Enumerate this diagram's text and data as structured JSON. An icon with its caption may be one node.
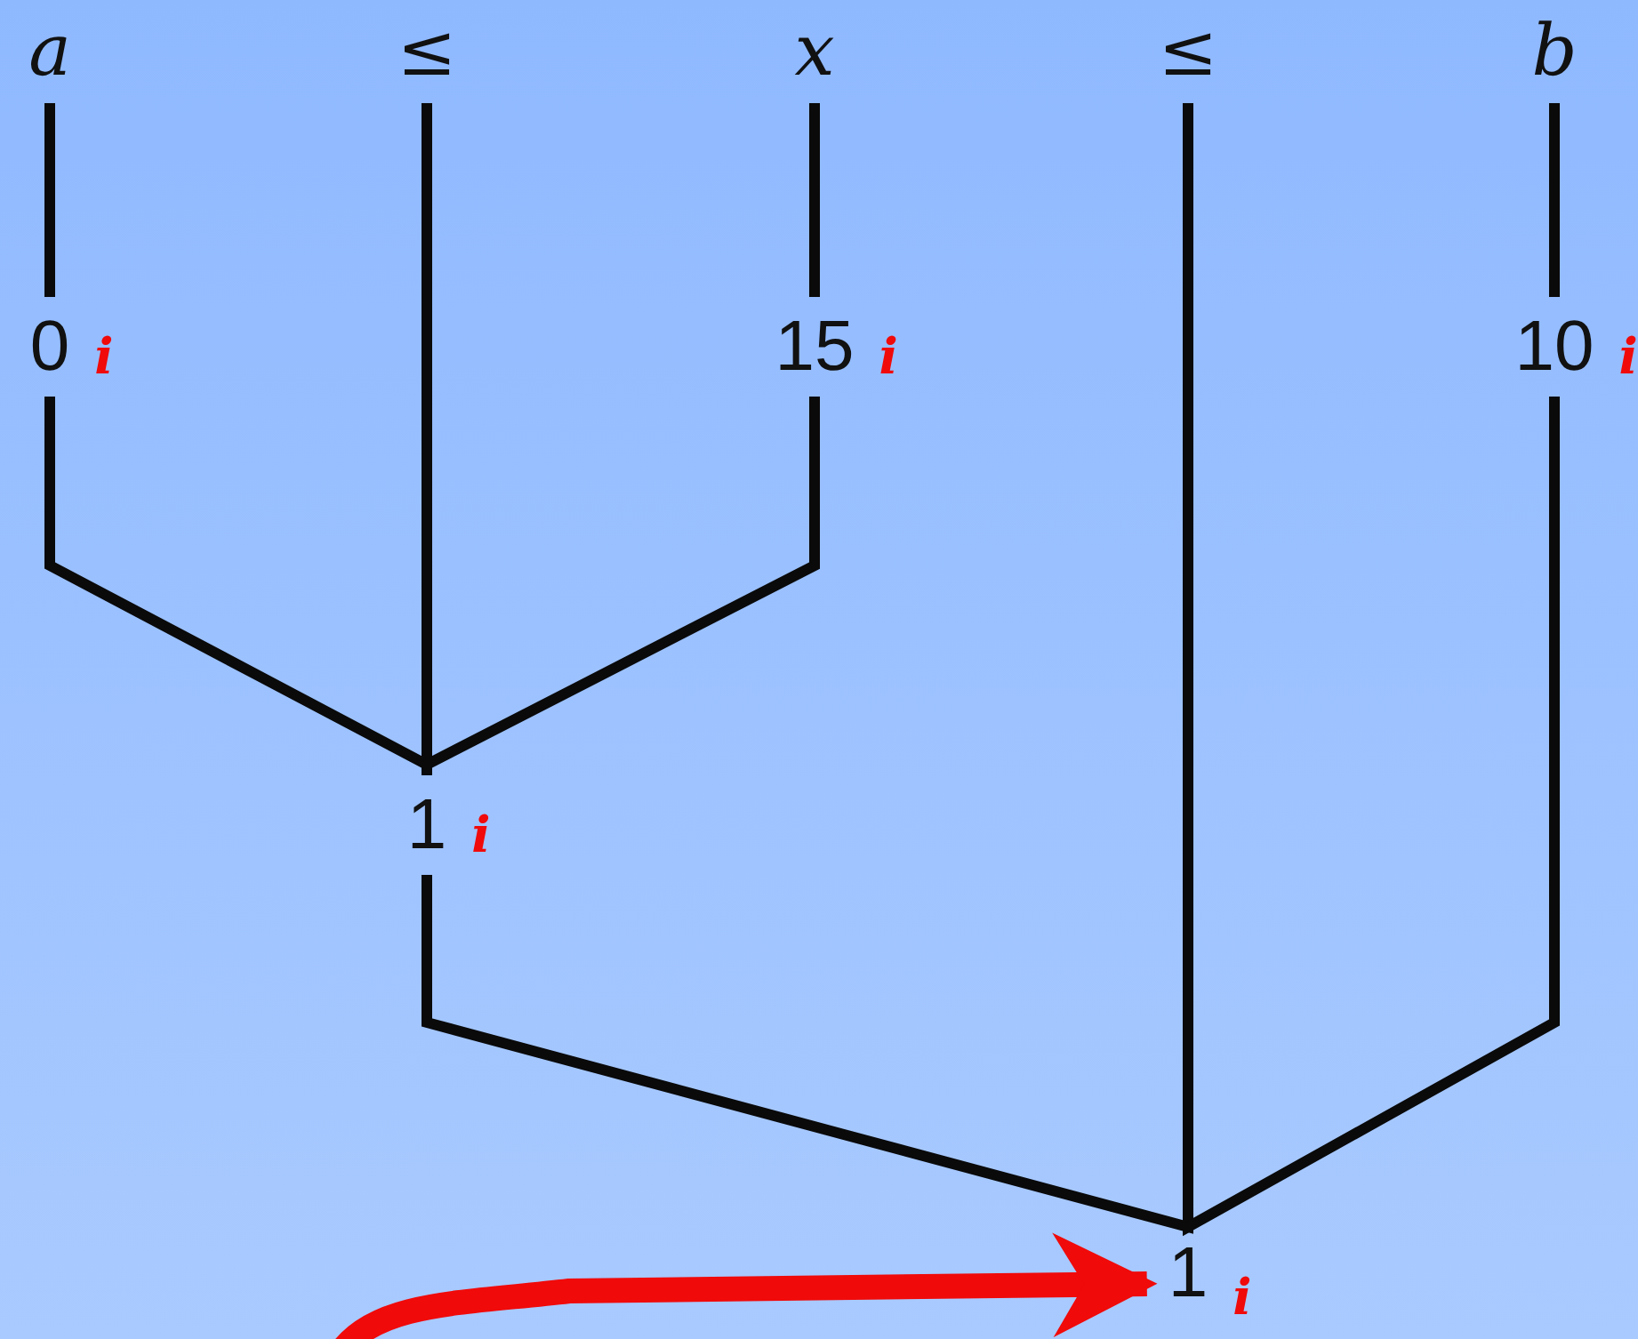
{
  "diagram": {
    "nodes": [
      {
        "text": [
          "a"
        ]
      },
      {
        "text": [
          "≤"
        ]
      },
      {
        "text": [
          "x"
        ]
      },
      {
        "text": [
          "≤"
        ]
      },
      {
        "text": [
          "b"
        ]
      },
      {
        "text": [
          "0"
        ],
        "beside": [
          "i"
        ]
      },
      {
        "text": [
          "15"
        ],
        "beside": [
          "i"
        ]
      },
      {
        "text": [
          "10"
        ],
        "beside": [
          "i"
        ]
      },
      {
        "text": [
          "1"
        ],
        "beside": [
          "i"
        ]
      },
      {
        "text": [
          "1"
        ],
        "beside": [
          "i"
        ]
      }
    ],
    "edges": [
      {
        "from": 0,
        "to": 5,
        "arrow": "none"
      },
      {
        "from": 2,
        "to": 6,
        "arrow": "none"
      },
      {
        "from": 4,
        "to": 7,
        "arrow": "none"
      },
      {
        "from": 5,
        "to": 8,
        "arrow": "none"
      },
      {
        "from": 1,
        "to": 8,
        "arrow": "none"
      },
      {
        "from": 6,
        "to": 8,
        "arrow": "none"
      },
      {
        "from": 8,
        "to": 9,
        "arrow": "none"
      },
      {
        "from": 3,
        "to": 9,
        "arrow": "none"
      },
      {
        "from": 7,
        "to": 9,
        "arrow": "none"
      },
      {
        "from": null,
        "to": 9,
        "arrow": "to",
        "style": "thick",
        "color": "#f00a0a"
      }
    ]
  }
}
